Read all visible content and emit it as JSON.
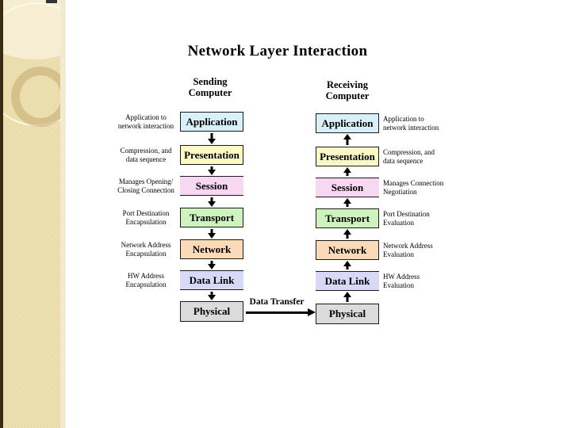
{
  "slide": {
    "title": "Network Layer Interaction",
    "sending_header": "Sending\nComputer",
    "receiving_header": "Receiving\nComputer",
    "data_transfer_label": "Data Transfer",
    "flow": {
      "sending_direction": "down",
      "receiving_direction": "up"
    },
    "layers": [
      {
        "name": "Application",
        "fill": "#d8f1f8",
        "open_sides": false,
        "sending_note": "Application to\nnetwork interaction",
        "receiving_note": "Application to\nnetwork interaction"
      },
      {
        "name": "Presentation",
        "fill": "#fdf9c7",
        "open_sides": false,
        "sending_note": "Compression, and\ndata sequence",
        "receiving_note": "Compression, and\ndata sequence"
      },
      {
        "name": "Session",
        "fill": "#f8d7f3",
        "open_sides": true,
        "sending_note": "Manages Opening/\nClosing Connection",
        "receiving_note": "Manages Connection\nNegotiation"
      },
      {
        "name": "Transport",
        "fill": "#cff3bf",
        "open_sides": false,
        "sending_note": "Port Destination\nEncapsulation",
        "receiving_note": "Port Destination\nEvaluation"
      },
      {
        "name": "Network",
        "fill": "#fbdbb7",
        "open_sides": false,
        "sending_note": "Network Address\nEncapsulation",
        "receiving_note": "Network Address\nEvaluation"
      },
      {
        "name": "Data Link",
        "fill": "#d8d9f7",
        "open_sides": true,
        "sending_note": "HW Address\nEncapsulation",
        "receiving_note": "HW Address\nEvaluation"
      },
      {
        "name": "Physical",
        "fill": "#dbdbdb",
        "open_sides": false,
        "sending_note": "",
        "receiving_note": ""
      }
    ]
  },
  "colors": {
    "sidebar_base": "#e8daa4",
    "sidebar_border": "#3a2b15",
    "sidebar_ring": "#c4aa6e",
    "arrow": "#000000",
    "background": "#ffffff"
  }
}
